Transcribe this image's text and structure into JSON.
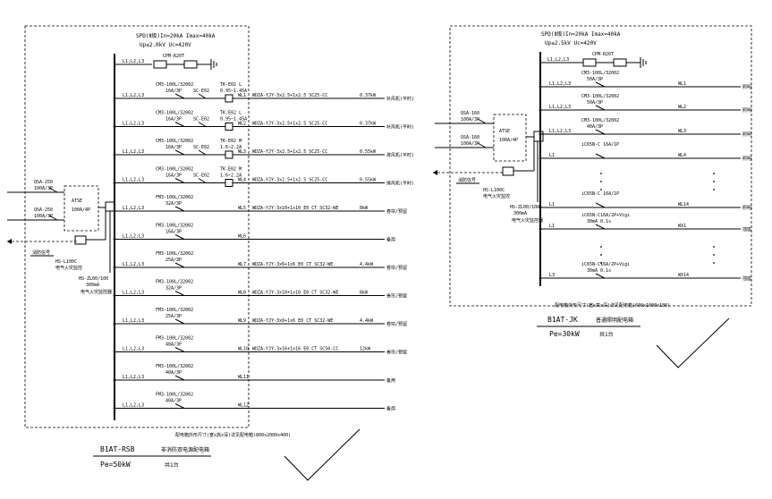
{
  "left_panel": {
    "spd_line1": "SPD(Ⅱ级)In=20kA Imax=40kA",
    "spd_line2": "Up≤2.0kV Uc=420V",
    "spd_model": "CPM-R20T",
    "main_breaker_model": "ATSE",
    "main_breaker_rating": "100A/4P",
    "incoming_1": "QSA-250",
    "incoming_1b": "100A/3P",
    "incoming_2": "QSA-250",
    "incoming_2b": "100A/3P",
    "fire_module": "消防信号",
    "elec_fire": "HS-L100C",
    "elec_fire_b": "电气火灾监控",
    "monitor_model": "HS-ZL00/100",
    "monitor_b": "300mA",
    "monitor_c": "电气火灾监控器",
    "phase_label": "L1,L2,L3",
    "circuits": [
      {
        "breaker": "CM3-100L/32002",
        "rating": "16A/3P",
        "contactor": "SC-E02",
        "relay": "TK-E02 L",
        "relay_b": "0.95~1.45A",
        "id": "WL1",
        "cable": "WDZA-YJY-3x2.5+1x2.5 SC25-CC",
        "power": "0.37kW",
        "load": "补风机(平时)"
      },
      {
        "breaker": "CM3-100L/32002",
        "rating": "16A/3P",
        "contactor": "SC-E02",
        "relay": "TK-E02 L",
        "relay_b": "0.95~1.45A",
        "id": "WL2",
        "cable": "WDZA-YJY-3x2.5+1x2.5 SC25-CC",
        "power": "0.37kW",
        "load": "补风机(平时)"
      },
      {
        "breaker": "CM3-100L/32002",
        "rating": "16A/3P",
        "contactor": "SC-E02",
        "relay": "TK-E02 M",
        "relay_b": "1.6~2.2A",
        "id": "WL3",
        "cable": "WDZA-YJY-3x2.5+1x2.5 SC25-CC",
        "power": "0.55kW",
        "load": "排风机(平时)"
      },
      {
        "breaker": "CM3-100L/32002",
        "rating": "16A/3P",
        "contactor": "SC-E02",
        "relay": "TK-E02 M",
        "relay_b": "1.6~2.2A",
        "id": "WL4",
        "cable": "WDZA-YJY-3x2.5+1x2.5 SC25-CC",
        "power": "0.55kW",
        "load": "排风机(平时)"
      },
      {
        "breaker": "FM3-100L/32002",
        "rating": "32A/3P",
        "contactor": "",
        "relay": "",
        "relay_b": "",
        "id": "WL5",
        "cable": "WDZA-YJY-3x10+1x10 E0 CT SC32-WE",
        "power": "8kW",
        "load": "卷帘/预留"
      },
      {
        "breaker": "FM3-100L/32002",
        "rating": "16A/3P",
        "contactor": "",
        "relay": "",
        "relay_b": "",
        "id": "WL6",
        "cable": "",
        "power": "",
        "load": "备用"
      },
      {
        "breaker": "FM3-100L/32002",
        "rating": "25A/3P",
        "contactor": "",
        "relay": "",
        "relay_b": "",
        "id": "WL7",
        "cable": "WDZA-YJY-3x6+1x6 E0 CT SC32-WE",
        "power": "4.4kW",
        "load": "卷帘/预留"
      },
      {
        "breaker": "FM3-100L/32002",
        "rating": "32A/3P",
        "contactor": "",
        "relay": "",
        "relay_b": "",
        "id": "WL8",
        "cable": "WDZA-YJY-3x10+1x10 E0 CT SC32-WE",
        "power": "8kW",
        "load": "卷帘/预留"
      },
      {
        "breaker": "FM3-100L/32002",
        "rating": "25A/3P",
        "contactor": "",
        "relay": "",
        "relay_b": "",
        "id": "WL9",
        "cable": "WDZA-YJY-3x6+1x6 E0 CT SC32-WE",
        "power": "4.4kW",
        "load": "卷帘/预留"
      },
      {
        "breaker": "FM3-100L/32002",
        "rating": "40A/3P",
        "contactor": "",
        "relay": "",
        "relay_b": "",
        "id": "WL10",
        "cable": "WDZA-YJY-3x16+1x16 E0 CT SC50-CC",
        "power": "12kW",
        "load": "卷帘/预留"
      },
      {
        "breaker": "FM3-100L/32002",
        "rating": "40A/3P",
        "contactor": "",
        "relay": "",
        "relay_b": "",
        "id": "WL11",
        "cable": "",
        "power": "",
        "load": "备用"
      },
      {
        "breaker": "FM3-100L/32002",
        "rating": "40A/3P",
        "contactor": "",
        "relay": "",
        "relay_b": "",
        "id": "WL12",
        "cable": "",
        "power": "",
        "load": "备用"
      }
    ],
    "footer_note": "配电箱外形尺寸(宽x高x深)详见配电箱(800x2000x400)",
    "title_code": "B1AT-RSB",
    "title_name": "非消防双电源配电箱",
    "title_pe": "Pe=50kW",
    "title_qty": "共1台"
  },
  "right_panel": {
    "spd_line1": "SPD(Ⅱ级)In=20kA Imax=40kA",
    "spd_line2": "Up≤2.5kV Uc=420V",
    "spd_model": "CPM-R20T",
    "main_breaker_model": "ATSE",
    "main_breaker_rating": "100A/4P",
    "incoming_1": "QSA-160",
    "incoming_1b": "100A/3P",
    "incoming_2": "QSA-160",
    "incoming_2b": "100A/3P",
    "fire_module": "消防信号",
    "elec_fire": "HS-L100C",
    "elec_fire_b": "电气火灾监控",
    "monitor_model": "HS-ZL00/100",
    "monitor_b": "300mA",
    "monitor_c": "电气火灾监控器",
    "phase_label": "L1,L2,L3",
    "circuits": [
      {
        "phase": "L1,L2,L3",
        "breaker": "CM3-100L/32002",
        "rating": "50A/3P",
        "id": "WL1",
        "dest": "照明"
      },
      {
        "phase": "L1,L2,L3",
        "breaker": "CM3-100L/32002",
        "rating": "50A/3P",
        "id": "WL2",
        "dest": "照明"
      },
      {
        "phase": "L1,L2,L3",
        "breaker": "CM3-100L/32002",
        "rating": "40A/3P",
        "id": "WL3",
        "dest": "照明"
      },
      {
        "phase": "L1",
        "breaker": "iC65N-C 16A/1P",
        "rating": "",
        "id": "WL4",
        "dest": "照明"
      },
      {
        "phase": "L1",
        "breaker": "iC65N-C 16A/1P",
        "rating": "",
        "id": "WL14",
        "dest": "照明"
      },
      {
        "phase": "L1",
        "breaker": "iC65N-C16A/2P+Vigi",
        "rating": "30mA 0.1s",
        "id": "WX1",
        "dest": "插座"
      },
      {
        "phase": "L3",
        "breaker": "iC65N-C16A/2P+Vigi",
        "rating": "30mA 0.1s",
        "id": "WX14",
        "dest": "插座"
      }
    ],
    "footer_note": "配电箱外形尺寸(宽x高x深)详见配电箱(600x1000x180)",
    "title_code": "B1AT-JK",
    "title_name": "普通照明配电箱",
    "title_pe": "Pe=30kW",
    "title_qty": "共1台"
  }
}
